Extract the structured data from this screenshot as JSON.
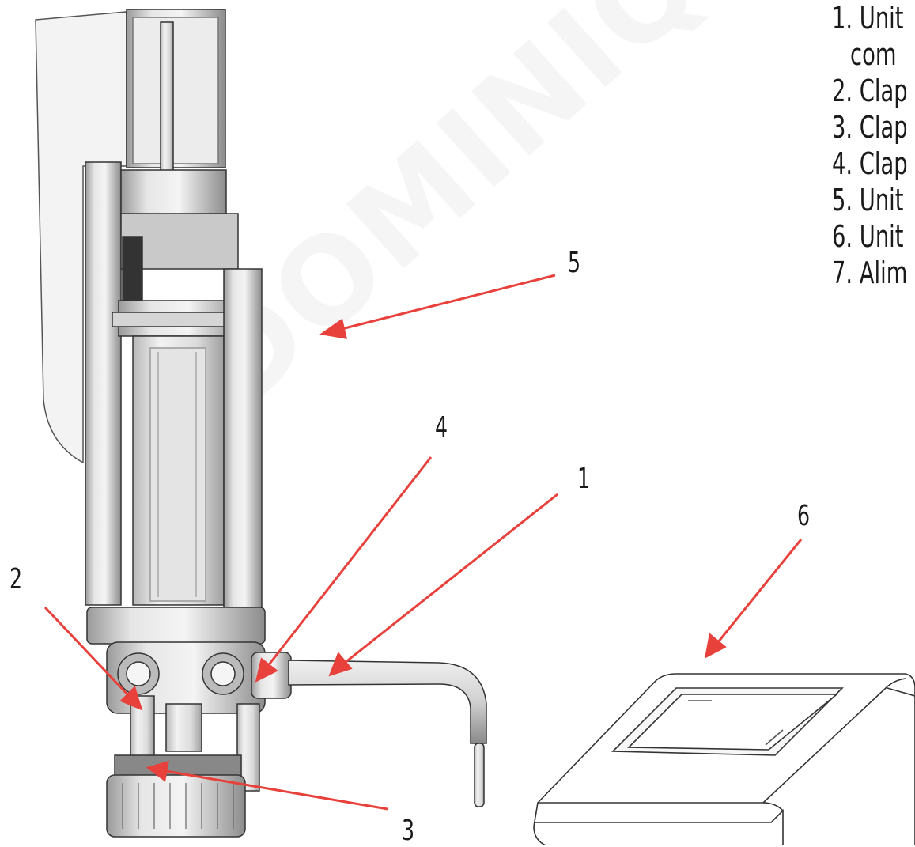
{
  "legend": {
    "items": [
      {
        "text": "1. Unit"
      },
      {
        "text": "com",
        "continuation": true
      },
      {
        "text": "2. Clap"
      },
      {
        "text": "3. Clap"
      },
      {
        "text": "4. Clap"
      },
      {
        "text": "5. Unit"
      },
      {
        "text": "6. Unit"
      },
      {
        "text": "7. Alim"
      }
    ]
  },
  "callouts": {
    "c1": "1",
    "c2": "2",
    "c3": "3",
    "c4": "4",
    "c5": "5",
    "c6": "6"
  },
  "watermark": "DOMINIQUE DUT",
  "colors": {
    "arrow": "#e8413c",
    "outline": "#333333",
    "body_fill": "#d9d9d9",
    "text": "#1a1a1a"
  }
}
